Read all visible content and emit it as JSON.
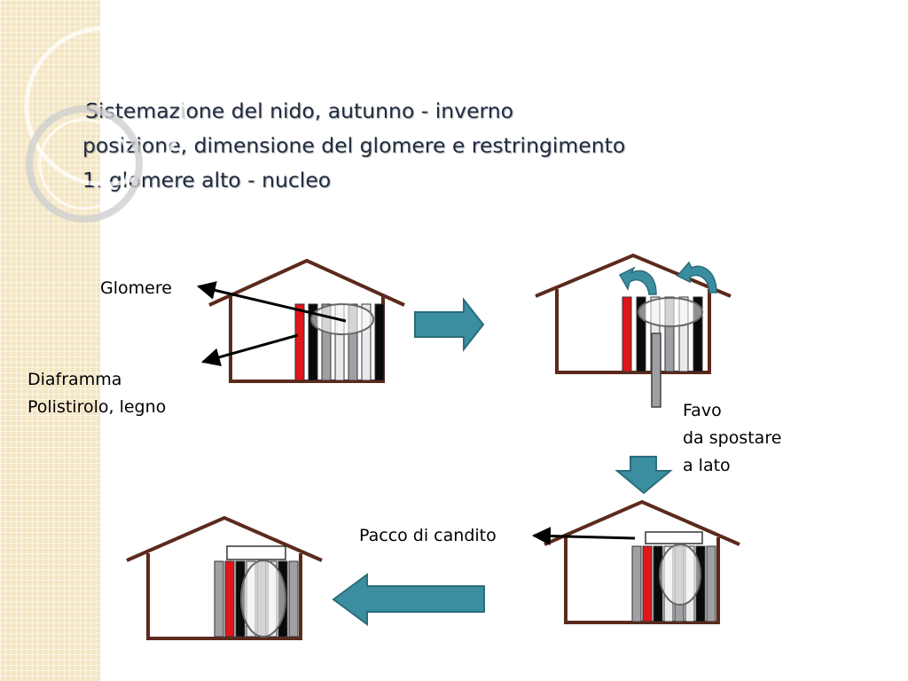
{
  "title": {
    "line1": "Sistemazione del nido, autunno - inverno",
    "line2": "posizione, dimensione del glomere e restringimento",
    "line3": "1. glomere alto - nucleo"
  },
  "labels": {
    "glomere": "Glomere",
    "diaframma_line1": "Diaframma",
    "diaframma_line2": "Polistirolo, legno",
    "favo_line1": "Favo",
    "favo_line2": "da spostare",
    "favo_line3": "a lato",
    "pacco": "Pacco di candito"
  },
  "colors": {
    "house_outline": "#5c2a1c",
    "arrow_fill": "#3a8ea0",
    "arrow_stroke": "#2b6d7c",
    "frame_red": "#e0161b",
    "frame_black": "#0a0a0a",
    "frame_gray": "#a0a0a4",
    "frame_light": "#e9e9ec",
    "side_band": "#f3e6c4"
  },
  "frame_sets": {
    "house1": [
      "red",
      "black",
      "gray",
      "light",
      "gray",
      "light",
      "black"
    ],
    "house2": [
      "red",
      "black",
      "light",
      "gray",
      "light",
      "black"
    ],
    "house3": [
      "gray",
      "red",
      "black",
      "light",
      "gray",
      "light",
      "black",
      "gray"
    ],
    "house4": [
      "gray",
      "red",
      "black",
      "light",
      "gray",
      "light",
      "black",
      "gray"
    ]
  }
}
